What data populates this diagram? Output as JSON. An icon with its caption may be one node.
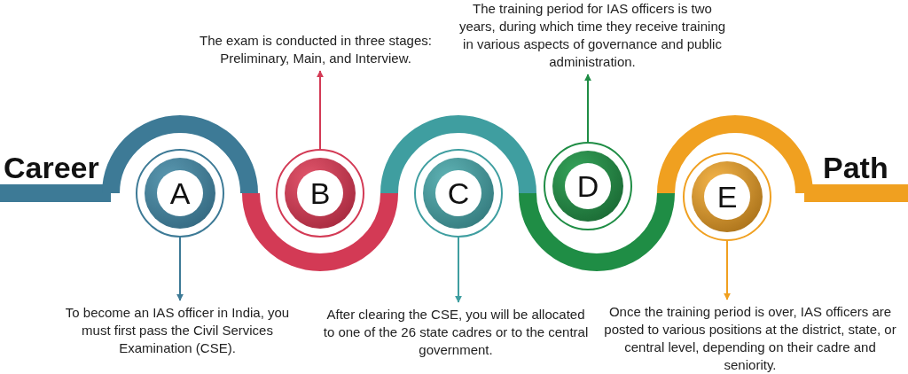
{
  "diagram": {
    "nodes": [
      {
        "text": [
          "A"
        ]
      },
      {
        "text": [
          "B"
        ]
      },
      {
        "text": [
          "C"
        ]
      },
      {
        "text": [
          "D"
        ]
      },
      {
        "text": [
          "E"
        ]
      },
      {
        "text": [
          "To become an IAS officer in India, you must first pass the Civil Services Examination (CSE)."
        ]
      },
      {
        "text": [
          "The exam is conducted in three stages: Preliminary, Main, and Interview."
        ]
      },
      {
        "text": [
          "After clearing the CSE, you will be allocated to one of the 26 state cadres or to the central government."
        ]
      },
      {
        "text": [
          "The training period for IAS officers is two years, during which time they receive training in various aspects of governance and public administration."
        ]
      },
      {
        "text": [
          "Once the training period is over, IAS officers are posted to various positions at the district, state, or central level, depending on their cadre and seniority."
        ]
      }
    ],
    "edges": [
      {
        "from": 0,
        "to": 5,
        "arrow": "to",
        "color": "#3d7a96"
      },
      {
        "from": 1,
        "to": 6,
        "arrow": "to",
        "color": "#d33a55"
      },
      {
        "from": 2,
        "to": 7,
        "arrow": "to",
        "color": "#3f9ea0"
      },
      {
        "from": 3,
        "to": 8,
        "arrow": "to",
        "color": "#1f8d45"
      },
      {
        "from": 4,
        "to": 9,
        "arrow": "to",
        "color": "#f0a020"
      }
    ],
    "labels": [
      "Career",
      "Path"
    ]
  }
}
